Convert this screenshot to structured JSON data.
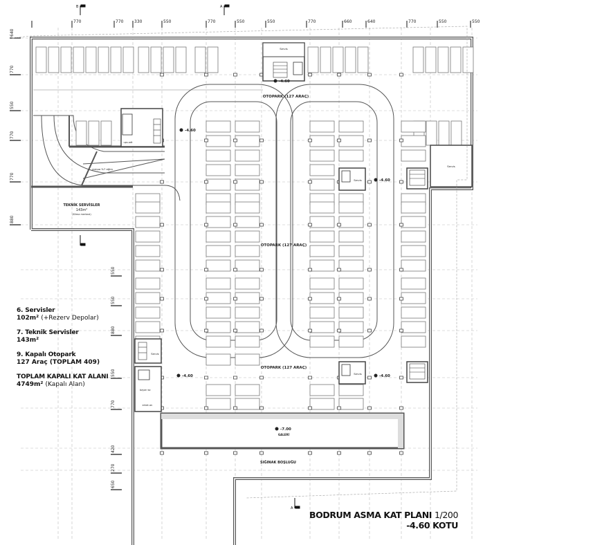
{
  "title": {
    "name": "BODRUM ASMA KAT PLANI",
    "scale": "1/200",
    "level": "-4.60 KOTU"
  },
  "legend": [
    {
      "heading": "6. Servisler",
      "value": "102m²",
      "note": "(+Rezerv Depolar)"
    },
    {
      "heading": "7. Teknik Servisler",
      "value": "143m²",
      "note": ""
    },
    {
      "heading": "9. Kapalı Otopark",
      "value": "127 Araç (TOPLAM 409)",
      "note": ""
    },
    {
      "heading": "TOPLAM KAPALI KAT ALANI",
      "value": "4749m²",
      "note": "(Kapalı Alan)"
    }
  ],
  "dimensions": {
    "top": [
      "770",
      "770",
      "330",
      "550",
      "770",
      "550",
      "550",
      "770",
      "660",
      "640",
      "770",
      "550",
      "550"
    ],
    "left_upper": [
      "640",
      "770",
      "550",
      "770",
      "770",
      "880"
    ],
    "left_lower": [
      "550",
      "550",
      "880",
      "550",
      "770",
      "420",
      "270",
      "650"
    ]
  },
  "section_marks": {
    "b": "B",
    "a": "A"
  },
  "rooms": {
    "parking_top": "OTOPARK (127 ARAÇ)",
    "parking_mid": "OTOPARK (127 ARAÇ)",
    "parking_bottom": "OTOPARK (127 ARAÇ)",
    "tech_title": "TEKNİK SERVİSLER",
    "tech_area": "143m²",
    "tech_note": "(Klima merkezi)",
    "ramp": "rampa %7 eğim",
    "servis": "Servis",
    "ups": "ups.odt",
    "wc1": "bayan wc",
    "wc2": "erkek wc",
    "gallery": "GALERİ",
    "shelter": "SIĞINAK BOŞLUĞU"
  },
  "levels": {
    "main": "-4.60",
    "gallery": "-7.00"
  }
}
